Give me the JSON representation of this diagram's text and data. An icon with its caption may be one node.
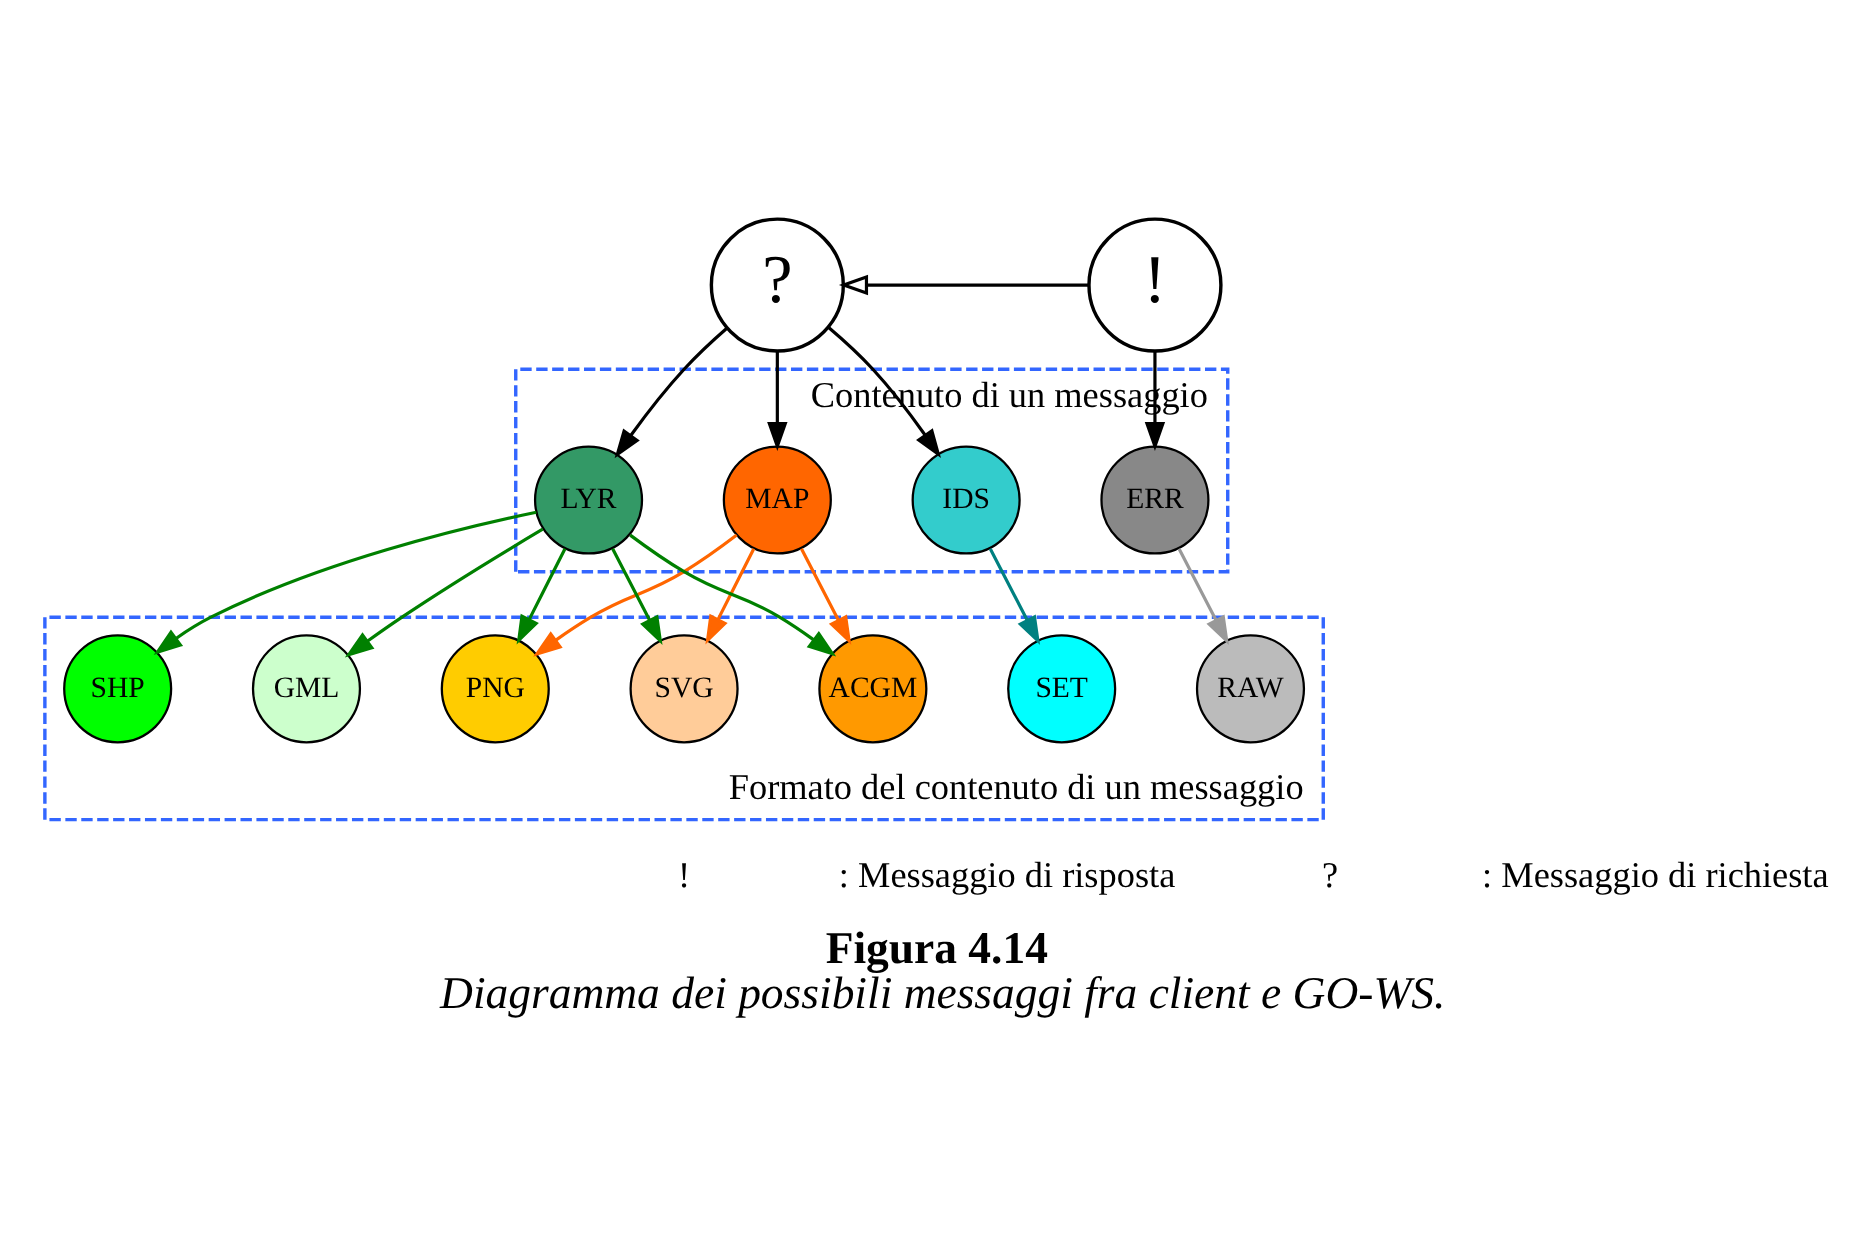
{
  "diagram": {
    "title": "Figura 4.14",
    "caption": "Diagramma dei possibili messaggi fra client e GO-WS.",
    "nodes": [
      {
        "text": [
          "?"
        ]
      },
      {
        "text": [
          "!"
        ]
      },
      {
        "text": [
          "Contenuto di un messaggio"
        ]
      },
      {
        "text": [
          "MAP"
        ],
        "in": 2
      },
      {
        "text": [
          "LYR"
        ],
        "in": 2
      },
      {
        "text": [
          "IDS"
        ],
        "in": 2
      },
      {
        "text": [
          "ERR"
        ],
        "in": 2
      },
      {
        "text": [
          "Formato del contenuto di un messaggio"
        ]
      },
      {
        "text": [
          "ACGM"
        ],
        "in": 7
      },
      {
        "text": [
          "SHP"
        ],
        "in": 7
      },
      {
        "text": [
          "SET"
        ],
        "in": 7
      },
      {
        "text": [
          "RAW"
        ],
        "in": 7
      },
      {
        "text": [
          "PNG"
        ],
        "in": 7
      },
      {
        "text": [
          "GML"
        ],
        "in": 7
      },
      {
        "text": [
          "SVG"
        ],
        "in": 7
      }
    ],
    "edges": [
      {
        "from": 1,
        "to": 0,
        "arrow": "to"
      },
      {
        "from": 0,
        "to": 3,
        "arrow": "to"
      },
      {
        "from": 0,
        "to": 4,
        "arrow": "to"
      },
      {
        "from": 0,
        "to": 5,
        "arrow": "to"
      },
      {
        "from": 1,
        "to": 6,
        "arrow": "to"
      },
      {
        "from": 3,
        "to": 8,
        "arrow": "to",
        "color": "#ff6600"
      },
      {
        "from": 3,
        "to": 12,
        "arrow": "to",
        "color": "#ff6600"
      },
      {
        "from": 3,
        "to": 14,
        "arrow": "to",
        "color": "#ff6600"
      },
      {
        "from": 4,
        "to": 8,
        "arrow": "to",
        "color": "#008000"
      },
      {
        "from": 4,
        "to": 12,
        "arrow": "to",
        "color": "#008000"
      },
      {
        "from": 4,
        "to": 14,
        "arrow": "to",
        "color": "#008000"
      },
      {
        "from": 4,
        "to": 9,
        "arrow": "to",
        "color": "#008000"
      },
      {
        "from": 4,
        "to": 13,
        "arrow": "to",
        "color": "#008000"
      },
      {
        "from": 5,
        "to": 10,
        "arrow": "to",
        "color": "#008080"
      },
      {
        "from": 6,
        "to": 11,
        "arrow": "to",
        "color": "#999999"
      }
    ],
    "labels": [
      "!",
      ": Messaggio di risposta",
      "?",
      ": Messaggio di richiesta"
    ]
  }
}
